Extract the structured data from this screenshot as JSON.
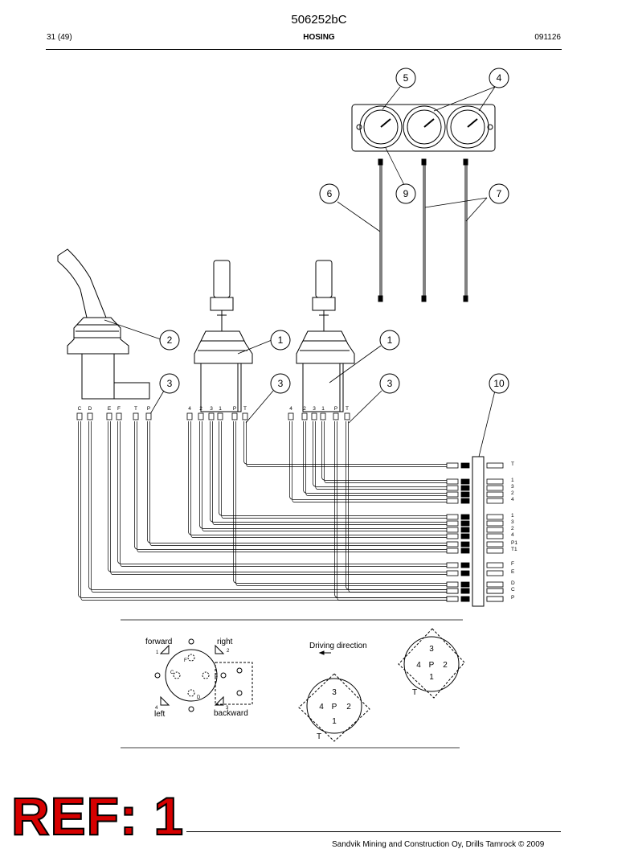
{
  "header": {
    "doc_number": "506252bC",
    "page": "31 (49)",
    "title": "HOSING",
    "date_code": "091126"
  },
  "callouts": {
    "c1a": "1",
    "c1b": "1",
    "c2": "2",
    "c3a": "3",
    "c3b": "3",
    "c3c": "3",
    "c4": "4",
    "c5": "5",
    "c6": "6",
    "c7": "7",
    "c9": "9",
    "c10": "10"
  },
  "port_labels": {
    "lever": [
      "C",
      "D",
      "E",
      "F",
      "T",
      "P"
    ],
    "valve1": [
      "4",
      "2",
      "3",
      "1",
      "P",
      "T"
    ],
    "valve2": [
      "4",
      "2",
      "3",
      "1",
      "P",
      "T"
    ]
  },
  "manifold_labels": [
    "T",
    "1",
    "3",
    "2",
    "4",
    "1",
    "3",
    "2",
    "4",
    "P1",
    "T1",
    "F",
    "E",
    "D",
    "C",
    "P"
  ],
  "inset": {
    "forward": "forward",
    "right": "right",
    "left": "left",
    "backward": "backward",
    "n1": "1",
    "n2": "2",
    "n3": "3",
    "n4": "4",
    "pin_f": "F",
    "pin_c": "C",
    "pin_e": "E",
    "pin_d": "D",
    "driving_direction": "Driving direction",
    "conn_a": {
      "top": "3",
      "left": "4",
      "center": "P",
      "right": "2",
      "bottom": "1",
      "tab": "T"
    },
    "conn_b": {
      "top": "3",
      "left": "4",
      "center": "P",
      "right": "2",
      "bottom": "1",
      "tab": "T"
    }
  },
  "ref_stamp": "REF: 1",
  "footer": "Sandvik Mining and Construction Oy, Drills Tamrock © 2009"
}
